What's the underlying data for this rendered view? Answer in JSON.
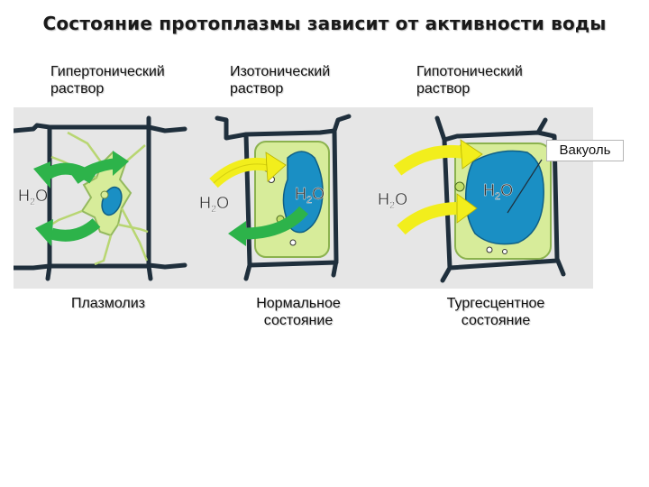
{
  "title": "Состояние протоплазмы зависит от активности воды",
  "solutions": [
    {
      "line1": "Гипертонический",
      "line2": "раствор"
    },
    {
      "line1": "Изотонический",
      "line2": "раствор"
    },
    {
      "line1": "Гипотонический",
      "line2": "раствор"
    }
  ],
  "states": [
    {
      "line1": "Плазмолиз",
      "line2": ""
    },
    {
      "line1": "Нормальное",
      "line2": "состояние"
    },
    {
      "line1": "Тургесцентное",
      "line2": "состояние"
    }
  ],
  "vacuole_label": "Вакуоль",
  "water": {
    "main": "H",
    "sub": "2",
    "tail": "O"
  },
  "colors": {
    "panel": "#e6e6e6",
    "cytoplasm": "#d7ec9a",
    "vacuole": "#1a8fc4",
    "wall": "#1f2f3c",
    "arrow_out": "#2db34a",
    "arrow_in": "#f2ee1c"
  }
}
